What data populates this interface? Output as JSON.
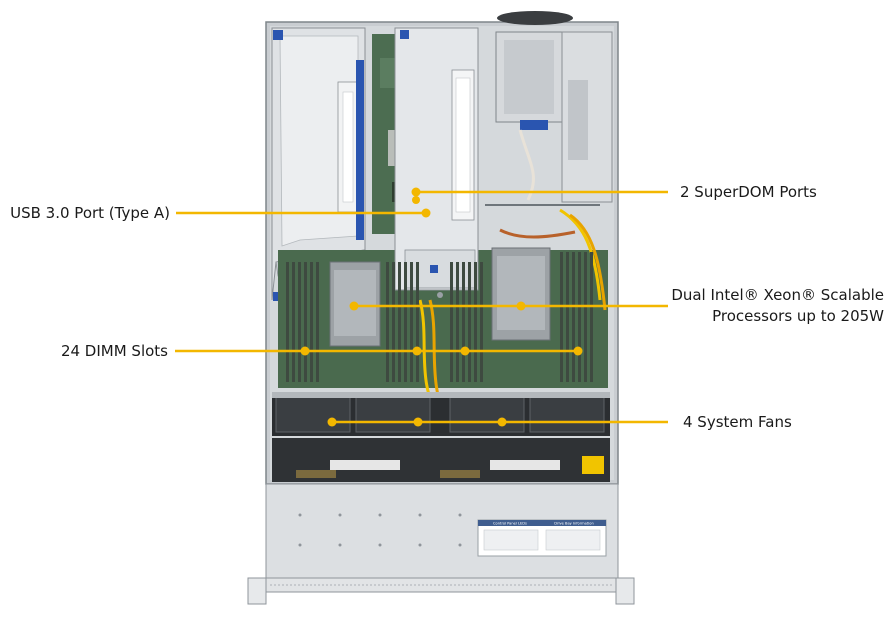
{
  "callouts": {
    "usb": "USB 3.0 Port (Type A)",
    "superdom": "2 SuperDOM Ports",
    "cpu_line1": "Dual Intel® Xeon® Scalable",
    "cpu_line2": "Processors up to 205W",
    "dimm": "24 DIMM Slots",
    "fans": "4 System Fans"
  },
  "colors": {
    "callout_line": "#f3b700",
    "chassis": "#d9dcdf",
    "chassis_edge": "#8f959b",
    "riser": "#e9ebee",
    "pcb": "#4a6a4e",
    "dimm": "#3e4a40",
    "fan": "#2b2e31",
    "heatsink": "#9da2a6",
    "accent_blue": "#2a55b0"
  },
  "panel_label": {
    "left_title": "Control Panel LEDs",
    "right_title": "Drive Bay Information"
  }
}
